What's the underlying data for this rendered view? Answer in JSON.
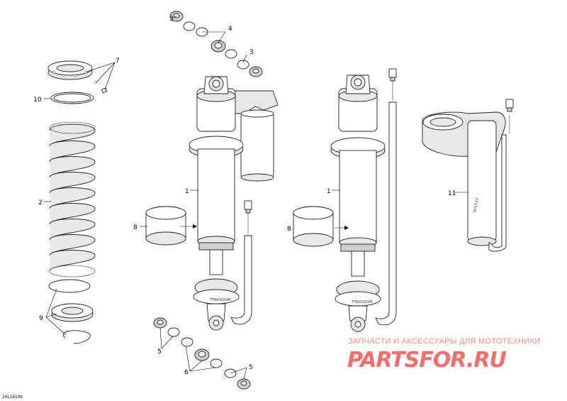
{
  "callouts": {
    "c1a": "1",
    "c1b": "1",
    "c2": "2",
    "c3a": "3",
    "c3b": "3",
    "c4": "4",
    "c5a": "5",
    "c5b": "5",
    "c6": "6",
    "c7": "7",
    "c8a": "8",
    "c8b": "8",
    "c9": "9",
    "c10": "10",
    "c11": "11"
  },
  "brand_marks": {
    "left": "TTAVDIOUM",
    "right": "TTAVDIOUM",
    "cylinder": "TorqTurd"
  },
  "watermark": {
    "tagline": "ЗАПЧАСТИ И АКСЕССУАРЫ ДЛЯ МОТОТЕХНИКИ",
    "logo": "PARTSFOR.RU",
    "color": "#f26d6d"
  },
  "reference_code": "29L1614b"
}
